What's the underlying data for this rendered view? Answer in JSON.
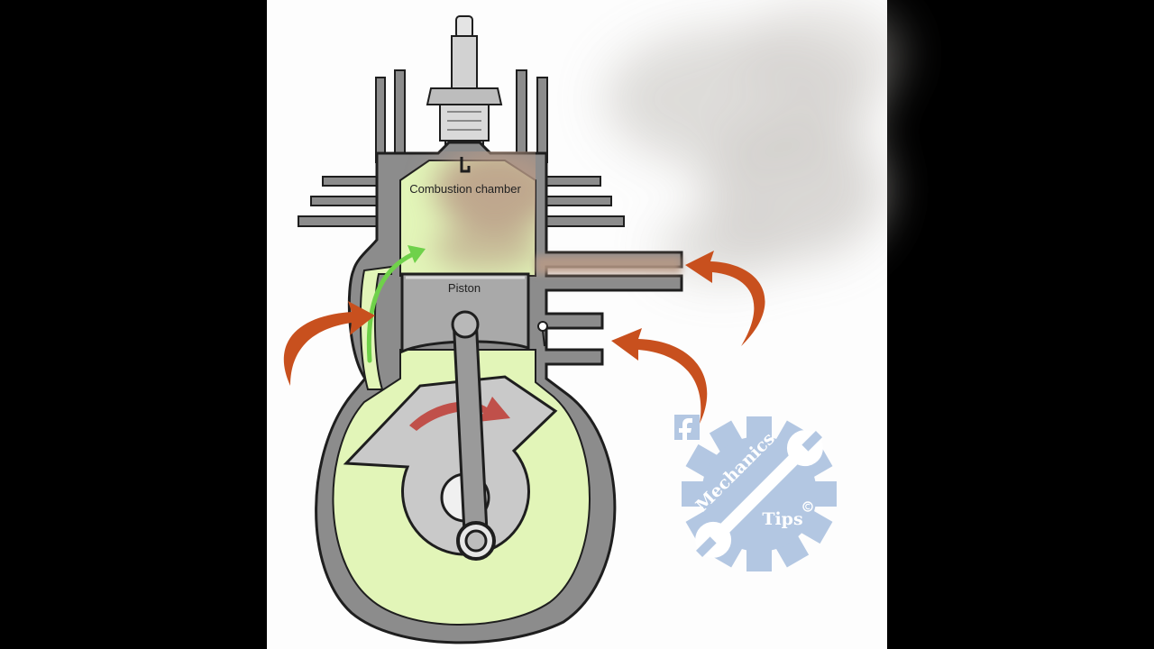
{
  "diagram": {
    "labels": {
      "combustion_chamber": "Combustion chamber",
      "piston": "Piston"
    },
    "colors": {
      "letterbox": "#000000",
      "canvas": "#fdfdfd",
      "metal": "#8c8c8c",
      "outline": "#1e1e1e",
      "fresh_charge": "#e2f5b8",
      "exhaust_gas": "#b89a86",
      "flow_arrow": "#c8501e",
      "transfer_arrow": "#6fd14a",
      "rotation_arrow": "#c0504a",
      "smoke": "#c9c6c2"
    }
  },
  "watermark": {
    "brand_top": "Mechanics",
    "brand_bottom": "Tips",
    "social_icon": "facebook-icon",
    "badge_icon": "gear-wrench-icon",
    "copyright_icon": "copyright-icon",
    "color": "#b3c7e2"
  }
}
